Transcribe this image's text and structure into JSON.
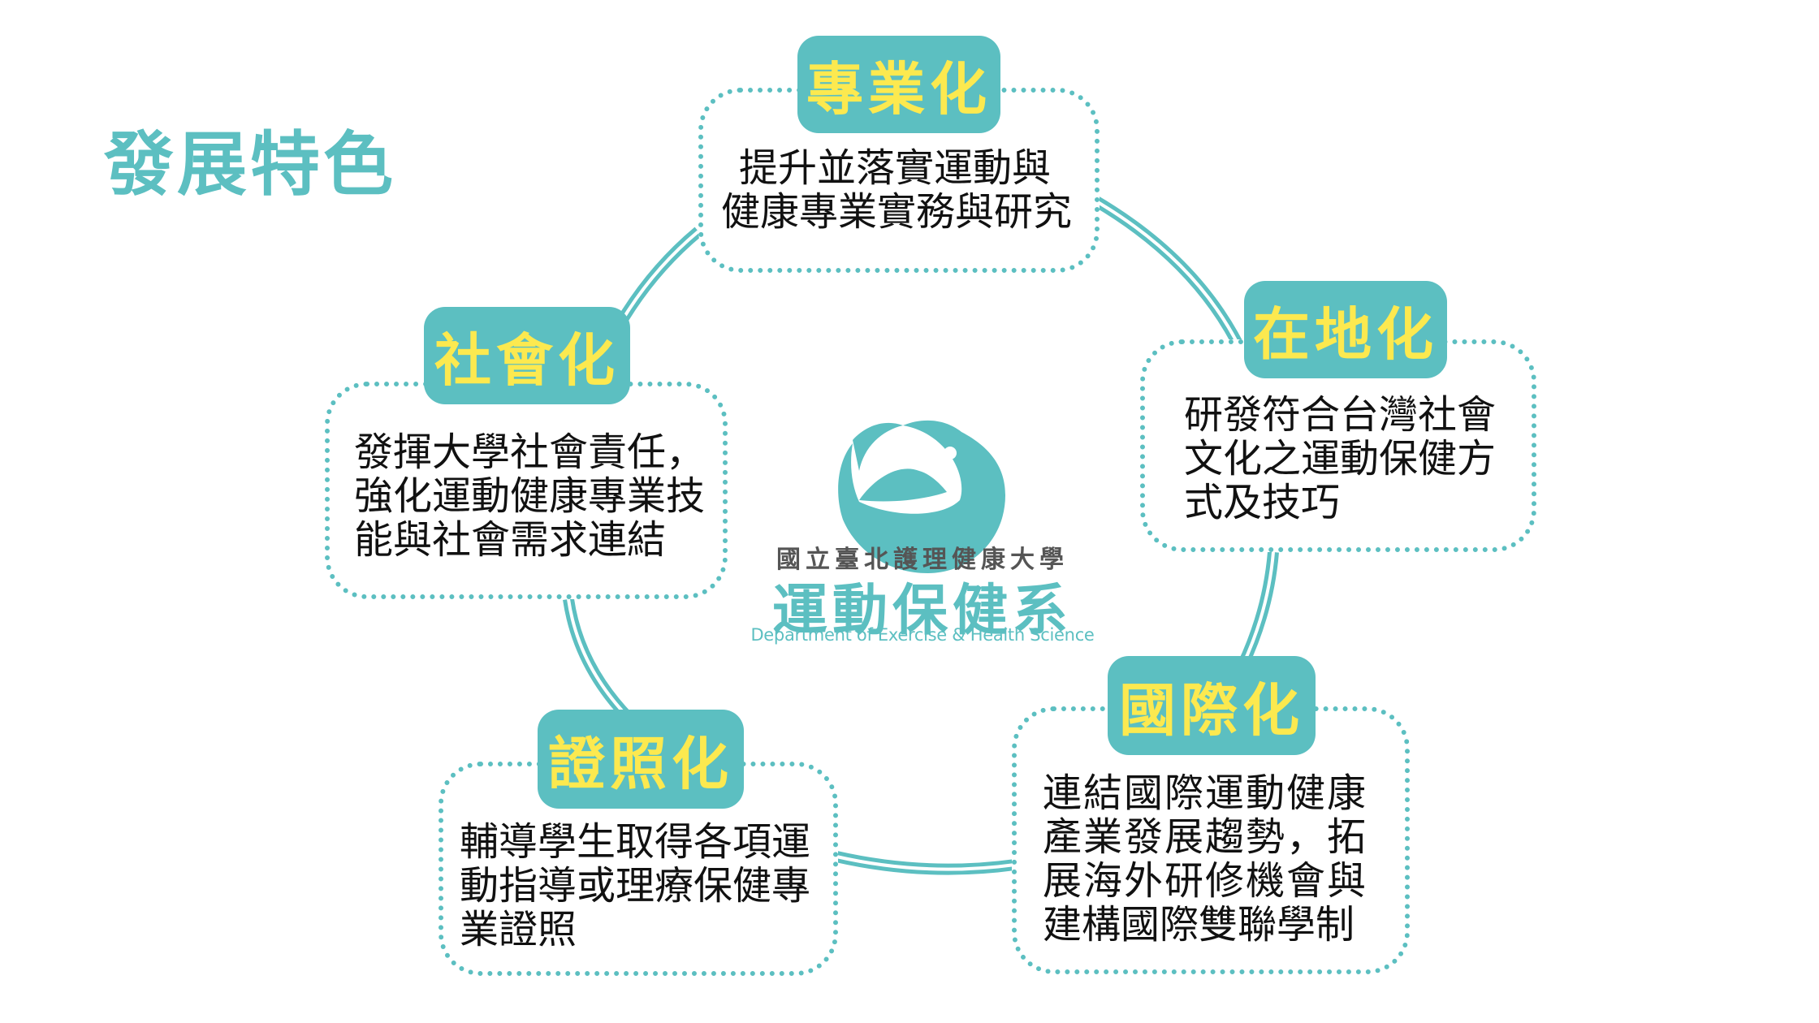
{
  "title": "發展特色",
  "accent_color": "#5cbfc1",
  "tag_text_color": "#fce94f",
  "nodes": [
    {
      "key": "professional",
      "label": "專業化",
      "lines": [
        "提升並落實運動與",
        "健康專業實務與研究"
      ]
    },
    {
      "key": "local",
      "label": "在地化",
      "lines": [
        "研發符合台灣社會",
        "文化之運動保健方",
        "式及技巧"
      ]
    },
    {
      "key": "international",
      "label": "國際化",
      "lines": [
        "連結國際運動健康",
        "產業發展趨勢，拓",
        "展海外研修機會與",
        "建構國際雙聯學制"
      ]
    },
    {
      "key": "certification",
      "label": "證照化",
      "lines": [
        "輔導學生取得各項運",
        "動指導或理療保健專",
        "業證照"
      ]
    },
    {
      "key": "social",
      "label": "社會化",
      "lines": [
        "發揮大學社會責任，",
        "強化運動健康專業技",
        "能與社會需求連結"
      ]
    }
  ],
  "logo": {
    "icon": "dove-icon",
    "university": "國立臺北護理健康大學",
    "department": "運動保健系",
    "department_en": "Department of Exercise & Health Science"
  }
}
